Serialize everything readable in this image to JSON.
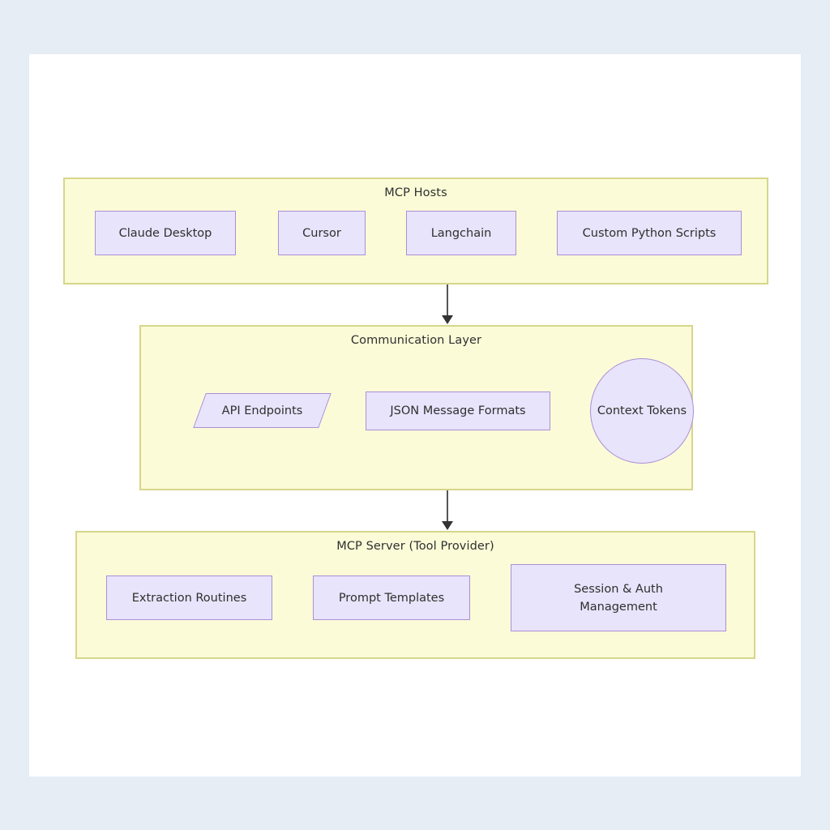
{
  "canvas": {
    "background_color": "#ffffff",
    "page_background_color": "#e6edf5"
  },
  "theme": {
    "layer_fill": "#fbfbd8",
    "layer_border": "#d6d68a",
    "node_fill": "#e8e4fb",
    "node_border": "#ab8fd8",
    "text_color": "#2f2f2f",
    "arrow_color": "#555555"
  },
  "diagram": {
    "type": "flowchart",
    "direction": "top-down",
    "layers": [
      {
        "id": "mcp-hosts",
        "title": "MCP Hosts",
        "nodes": [
          {
            "id": "claude-desktop",
            "label": "Claude Desktop",
            "shape": "rect"
          },
          {
            "id": "cursor",
            "label": "Cursor",
            "shape": "rect"
          },
          {
            "id": "langchain",
            "label": "Langchain",
            "shape": "rect"
          },
          {
            "id": "custom-python-scripts",
            "label": "Custom Python Scripts",
            "shape": "rect"
          }
        ]
      },
      {
        "id": "communication-layer",
        "title": "Communication Layer",
        "nodes": [
          {
            "id": "api-endpoints",
            "label": "API Endpoints",
            "shape": "parallelogram"
          },
          {
            "id": "json-message-formats",
            "label": "JSON Message Formats",
            "shape": "rect"
          },
          {
            "id": "context-tokens",
            "label": "Context Tokens",
            "shape": "ellipse"
          }
        ]
      },
      {
        "id": "mcp-server",
        "title": "MCP Server (Tool Provider)",
        "nodes": [
          {
            "id": "extraction-routines",
            "label": "Extraction Routines",
            "shape": "rect"
          },
          {
            "id": "prompt-templates",
            "label": "Prompt Templates",
            "shape": "rect"
          },
          {
            "id": "session-auth-management",
            "label": "Session & Auth\nManagement",
            "shape": "rect"
          }
        ]
      }
    ],
    "connectors": [
      {
        "id": "hosts-to-communication",
        "from": "mcp-hosts",
        "to": "communication-layer",
        "style": "solid-arrow"
      },
      {
        "id": "communication-to-server",
        "from": "communication-layer",
        "to": "mcp-server",
        "style": "solid-arrow"
      }
    ]
  }
}
